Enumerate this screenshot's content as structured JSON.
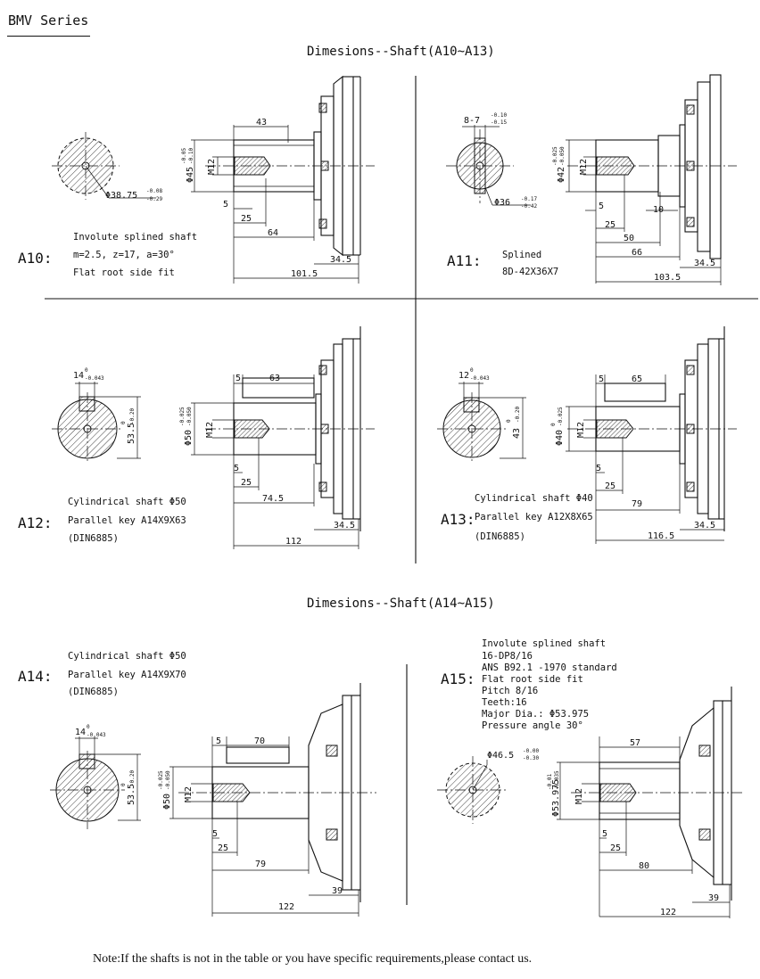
{
  "header": {
    "series_title": "BMV Series"
  },
  "sections": {
    "a10_a13_title": "Dimesions--Shaft(A10~A13)",
    "a14_a15_title": "Dimesions--Shaft(A14~A15)"
  },
  "a10": {
    "code": "A10:",
    "desc": [
      "Involute splined shaft",
      "m=2.5, z=17, a=30°",
      "Flat root side fit"
    ],
    "dims": {
      "d_major": "Φ45",
      "d_major_tol_up": "-0.05",
      "d_major_tol_lo": "-0.10",
      "d_minor": "Φ38.75",
      "d_minor_tol_up": "-0.08",
      "d_minor_tol_lo": "-0.29",
      "thread": "M12",
      "l1": "43",
      "l2": "5",
      "l3": "25",
      "l4": "64",
      "l5": "34.5",
      "l6": "101.5"
    }
  },
  "a11": {
    "code": "A11:",
    "desc": [
      "Splined",
      "8D-42X36X7"
    ],
    "dims": {
      "key": "8-7",
      "key_tol_up": "-0.10",
      "key_tol_lo": "-0.15",
      "d_minor": "Φ36",
      "d_minor_tol_up": "-0.17",
      "d_minor_tol_lo": "-0.42",
      "d_major": "Φ42",
      "d_major_tol_up": "-0.025",
      "d_major_tol_lo": "-0.050",
      "thread": "M12",
      "l1": "5",
      "l2": "10",
      "l3": "25",
      "l4": "50",
      "l5": "66",
      "l6": "34.5",
      "l7": "103.5"
    }
  },
  "a12": {
    "code": "A12:",
    "desc": [
      "Cylindrical shaft Φ50",
      "Parallel key A14X9X63",
      "(DIN6885)"
    ],
    "dims": {
      "key_w": "14",
      "key_w_tol_up": "0",
      "key_w_tol_lo": "-0.043",
      "h": "53.5",
      "h_tol_up": "0",
      "h_tol_lo": "-0.20",
      "d": "Φ50",
      "d_tol_up": "-0.025",
      "d_tol_lo": "-0.050",
      "thread": "M12",
      "l1": "5",
      "l2": "63",
      "l3": "5",
      "l4": "25",
      "l5": "74.5",
      "l6": "34.5",
      "l7": "112"
    }
  },
  "a13": {
    "code": "A13:",
    "desc": [
      "Cylindrical shaft Φ40",
      "Parallel key A12X8X65",
      "(DIN6885)"
    ],
    "dims": {
      "key_w": "12",
      "key_w_tol_up": "0",
      "key_w_tol_lo": "-0.043",
      "h": "43",
      "h_tol_up": "0",
      "h_tol_lo": "-0.20",
      "d": "Φ40",
      "d_tol_up": "0",
      "d_tol_lo": "-0.025",
      "thread": "M12",
      "l1": "5",
      "l2": "65",
      "l3": "5",
      "l4": "25",
      "l5": "79",
      "l6": "34.5",
      "l7": "116.5"
    }
  },
  "a14": {
    "code": "A14:",
    "desc": [
      "Cylindrical shaft Φ50",
      "Parallel key A14X9X70",
      "(DIN6885)"
    ],
    "dims": {
      "key_w": "14",
      "key_w_tol_up": "0",
      "key_w_tol_lo": "-0.043",
      "h": "53.5",
      "h_tol_up": "0",
      "h_tol_lo": "-0.20",
      "d": "Φ50",
      "d_tol_up": "-0.025",
      "d_tol_lo": "-0.050",
      "thread": "M12",
      "l1": "5",
      "l2": "70",
      "l3": "5",
      "l4": "25",
      "l5": "79",
      "l6": "39",
      "l7": "122"
    }
  },
  "a15": {
    "code": "A15:",
    "desc": [
      "Involute splined shaft",
      "16-DP8/16",
      "ANS B92.1 -1970 standard",
      "Flat root side fit",
      "Pitch 8/16",
      "Teeth:16",
      "Major Dia.: Φ53.975",
      "Pressure angle 30°"
    ],
    "dims": {
      "d_minor": "Φ46.5",
      "d_minor_tol_up": "-0.00",
      "d_minor_tol_lo": "-0.30",
      "d_major": "Φ53.975",
      "d_major_tol_up": "-0.01",
      "d_major_tol_lo": "-0.035",
      "thread": "M12",
      "l1": "57",
      "l2": "5",
      "l3": "25",
      "l4": "80",
      "l5": "39",
      "l6": "122"
    }
  },
  "footer": {
    "note": "Note:If the shafts is not in the table or you have specific requirements,please contact us."
  }
}
